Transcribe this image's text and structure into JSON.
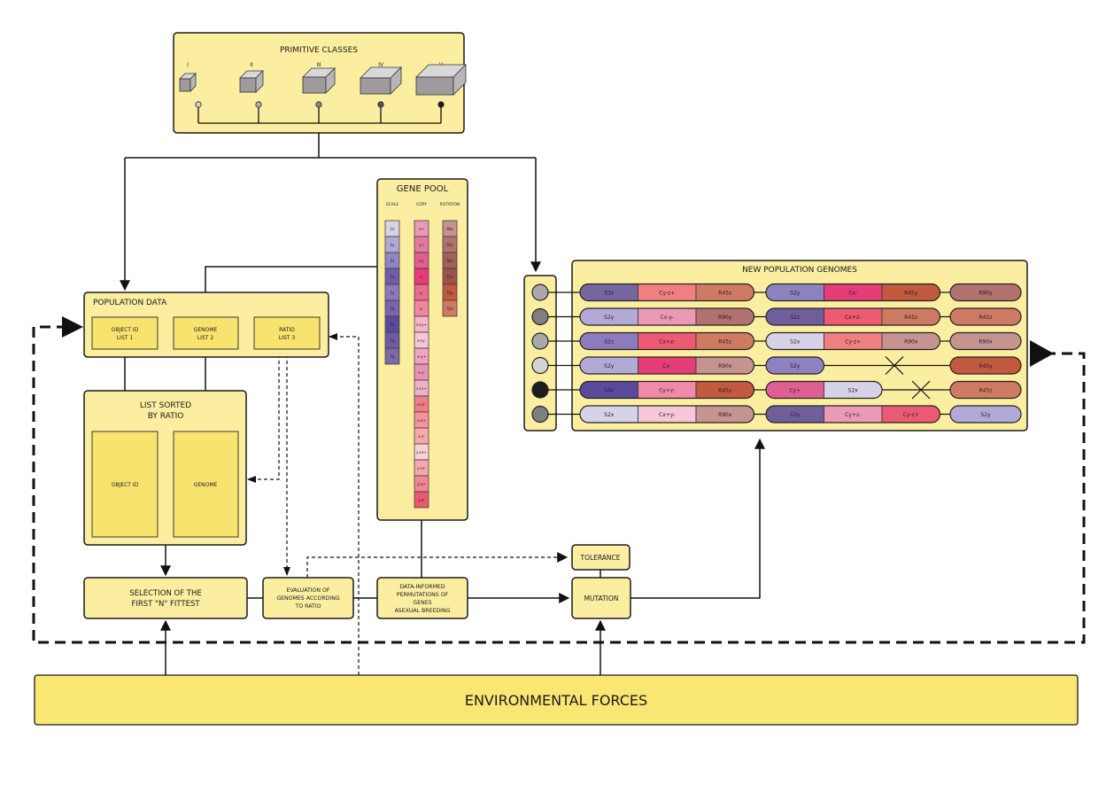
{
  "primitive_classes": {
    "title": "PRIMITIVE CLASSES",
    "classes": [
      {
        "label": "I",
        "node_color": "#d0d0d0"
      },
      {
        "label": "II",
        "node_color": "#b0b0b0"
      },
      {
        "label": "III",
        "node_color": "#8a8a8a"
      },
      {
        "label": "IV",
        "node_color": "#555555"
      },
      {
        "label": "V",
        "node_color": "#1e1e1e"
      }
    ]
  },
  "gene_pool": {
    "title": "GENE POOL",
    "columns": [
      {
        "header": "SCALE",
        "genes": [
          {
            "label": "2x",
            "color": "#d6d2e8"
          },
          {
            "label": "2y",
            "color": "#b2aad6"
          },
          {
            "label": "2z",
            "color": "#9185c2"
          },
          {
            "label": "3x",
            "color": "#6e5fa8"
          },
          {
            "label": "3y",
            "color": "#8a7cba"
          },
          {
            "label": "3z",
            "color": "#7566ae"
          },
          {
            "label": "4x",
            "color": "#5a4a9e"
          },
          {
            "label": "4y",
            "color": "#6b5ea0"
          },
          {
            "label": "4z",
            "color": "#786aa6"
          }
        ]
      },
      {
        "header": "COPY",
        "genes": [
          {
            "label": "x+",
            "color": "#e99ab8"
          },
          {
            "label": "y+",
            "color": "#e27aa0"
          },
          {
            "label": "z+",
            "color": "#df5f8f"
          },
          {
            "label": "x-",
            "color": "#e63c78"
          },
          {
            "label": "y-",
            "color": "#ec6b8c"
          },
          {
            "label": "z-",
            "color": "#f0859c"
          },
          {
            "label": "x+y+",
            "color": "#f4b6cb"
          },
          {
            "label": "x+y-",
            "color": "#f5c7d7"
          },
          {
            "label": "x-y+",
            "color": "#eea5c2"
          },
          {
            "label": "x-y-",
            "color": "#ea92b4"
          },
          {
            "label": "x+z+",
            "color": "#eeb2c8"
          },
          {
            "label": "x+z-",
            "color": "#f07d86"
          },
          {
            "label": "x-z+",
            "color": "#f4959b"
          },
          {
            "label": "x-z-",
            "color": "#f5a9ad"
          },
          {
            "label": "y+z+",
            "color": "#f8d2d4"
          },
          {
            "label": "y+z-",
            "color": "#f4a8b0"
          },
          {
            "label": "y-z+",
            "color": "#ef8894"
          },
          {
            "label": "y-z-",
            "color": "#e85a70"
          }
        ]
      },
      {
        "header": "ROTATION",
        "genes": [
          {
            "label": "90x",
            "color": "#c59390"
          },
          {
            "label": "90y",
            "color": "#b2726f"
          },
          {
            "label": "90z",
            "color": "#a35f5c"
          },
          {
            "label": "45x",
            "color": "#9a5548"
          },
          {
            "label": "45y",
            "color": "#c25a40"
          },
          {
            "label": "45z",
            "color": "#cf7b64"
          }
        ]
      }
    ]
  },
  "population_data": {
    "title": "POPULATION DATA",
    "lists": [
      {
        "line1": "OBJECT ID",
        "line2": "LIST 1"
      },
      {
        "line1": "GENOME",
        "line2": "LIST 2"
      },
      {
        "line1": "RATIO",
        "line2": "LIST 3"
      }
    ]
  },
  "sorted_list": {
    "title_line1": "LIST SORTED",
    "title_line2": "BY RATIO",
    "col1": "OBJECT ID",
    "col2": "GENOME"
  },
  "process": {
    "selection": [
      "SELECTION OF THE",
      "FIRST \"N\" FITTEST"
    ],
    "evaluation": [
      "EVALUATION OF",
      "GENOMES ACCORDING",
      "TO RATIO"
    ],
    "permutation": [
      "DATA-INFORMED",
      "PERMUTATIONS OF",
      "GENES",
      "ASEXUAL BREEDING"
    ],
    "tolerance": "TOLERANCE",
    "mutation": "MUTATION",
    "environment": "ENVIRONMENTAL FORCES"
  },
  "new_population": {
    "title": "NEW POPULATION GENOMES",
    "individuals": [
      {
        "node_color": "#a9a9a9",
        "chrom1": [
          {
            "label": "S3z",
            "color": "#75679e"
          },
          {
            "label": "Cy-z+",
            "color": "#f07f80"
          },
          {
            "label": "R45z",
            "color": "#cf7b64"
          }
        ],
        "chrom2": [
          {
            "label": "S2y",
            "color": "#8d82bf"
          },
          {
            "label": "Cx-",
            "color": "#e63c78"
          },
          {
            "label": "R45y",
            "color": "#c25a40"
          }
        ],
        "crossed": false,
        "tail": {
          "label": "R90y",
          "color": "#b2726f"
        }
      },
      {
        "node_color": "#7f7f7f",
        "chrom1": [
          {
            "label": "S2y",
            "color": "#b2aad6"
          },
          {
            "label": "Cx-y-",
            "color": "#ea9ab6"
          },
          {
            "label": "R90y",
            "color": "#b2726f"
          }
        ],
        "chrom2": [
          {
            "label": "S2z",
            "color": "#6e5f9a"
          },
          {
            "label": "Cx+z-",
            "color": "#ec5a73"
          },
          {
            "label": "R45z",
            "color": "#cf7b64"
          }
        ],
        "crossed": false,
        "tail": {
          "label": "R45z",
          "color": "#cf7b64"
        }
      },
      {
        "node_color": "#a9a9a9",
        "chrom1": [
          {
            "label": "S2z",
            "color": "#8d7cbd"
          },
          {
            "label": "Cx+z-",
            "color": "#ec5a73"
          },
          {
            "label": "R45z",
            "color": "#cf7b64"
          }
        ],
        "chrom2": [
          {
            "label": "S2x",
            "color": "#d6d2e8"
          },
          {
            "label": "Cy-z+",
            "color": "#f07f80"
          },
          {
            "label": "R90x",
            "color": "#c59390"
          }
        ],
        "crossed": false,
        "tail": {
          "label": "R90x",
          "color": "#c59390"
        }
      },
      {
        "node_color": "#d3d3d3",
        "chrom1": [
          {
            "label": "S2y",
            "color": "#b2aad6"
          },
          {
            "label": "Cx-",
            "color": "#e63c78"
          },
          {
            "label": "R90x",
            "color": "#c59390"
          }
        ],
        "chrom2": [
          {
            "label": "S2y",
            "color": "#8d82bf"
          }
        ],
        "crossed": true,
        "tail": {
          "label": "R45y",
          "color": "#c25a40"
        }
      },
      {
        "node_color": "#1e1e1e",
        "chrom1": [
          {
            "label": "S4x",
            "color": "#5a4a9e"
          },
          {
            "label": "Cy+z-",
            "color": "#f08aa8"
          },
          {
            "label": "R45y",
            "color": "#c25a40"
          }
        ],
        "chrom2": [
          {
            "label": "Cy+",
            "color": "#df5f94"
          },
          {
            "label": "S2x",
            "color": "#d6d2e8"
          }
        ],
        "crossed": true,
        "tail": {
          "label": "R45z",
          "color": "#cf7b64"
        }
      },
      {
        "node_color": "#7f7f7f",
        "chrom1": [
          {
            "label": "S2x",
            "color": "#d6d2e8"
          },
          {
            "label": "Cx+y-",
            "color": "#f5c7d7"
          },
          {
            "label": "R90x",
            "color": "#c59390"
          }
        ],
        "chrom2": [
          {
            "label": "S3y",
            "color": "#6e5f9a"
          },
          {
            "label": "Cy+z-",
            "color": "#ea9ab6"
          },
          {
            "label": "Cy-z+",
            "color": "#ec5a73"
          }
        ],
        "crossed": false,
        "tail": {
          "label": "S2y",
          "color": "#b2aad6"
        }
      }
    ]
  }
}
